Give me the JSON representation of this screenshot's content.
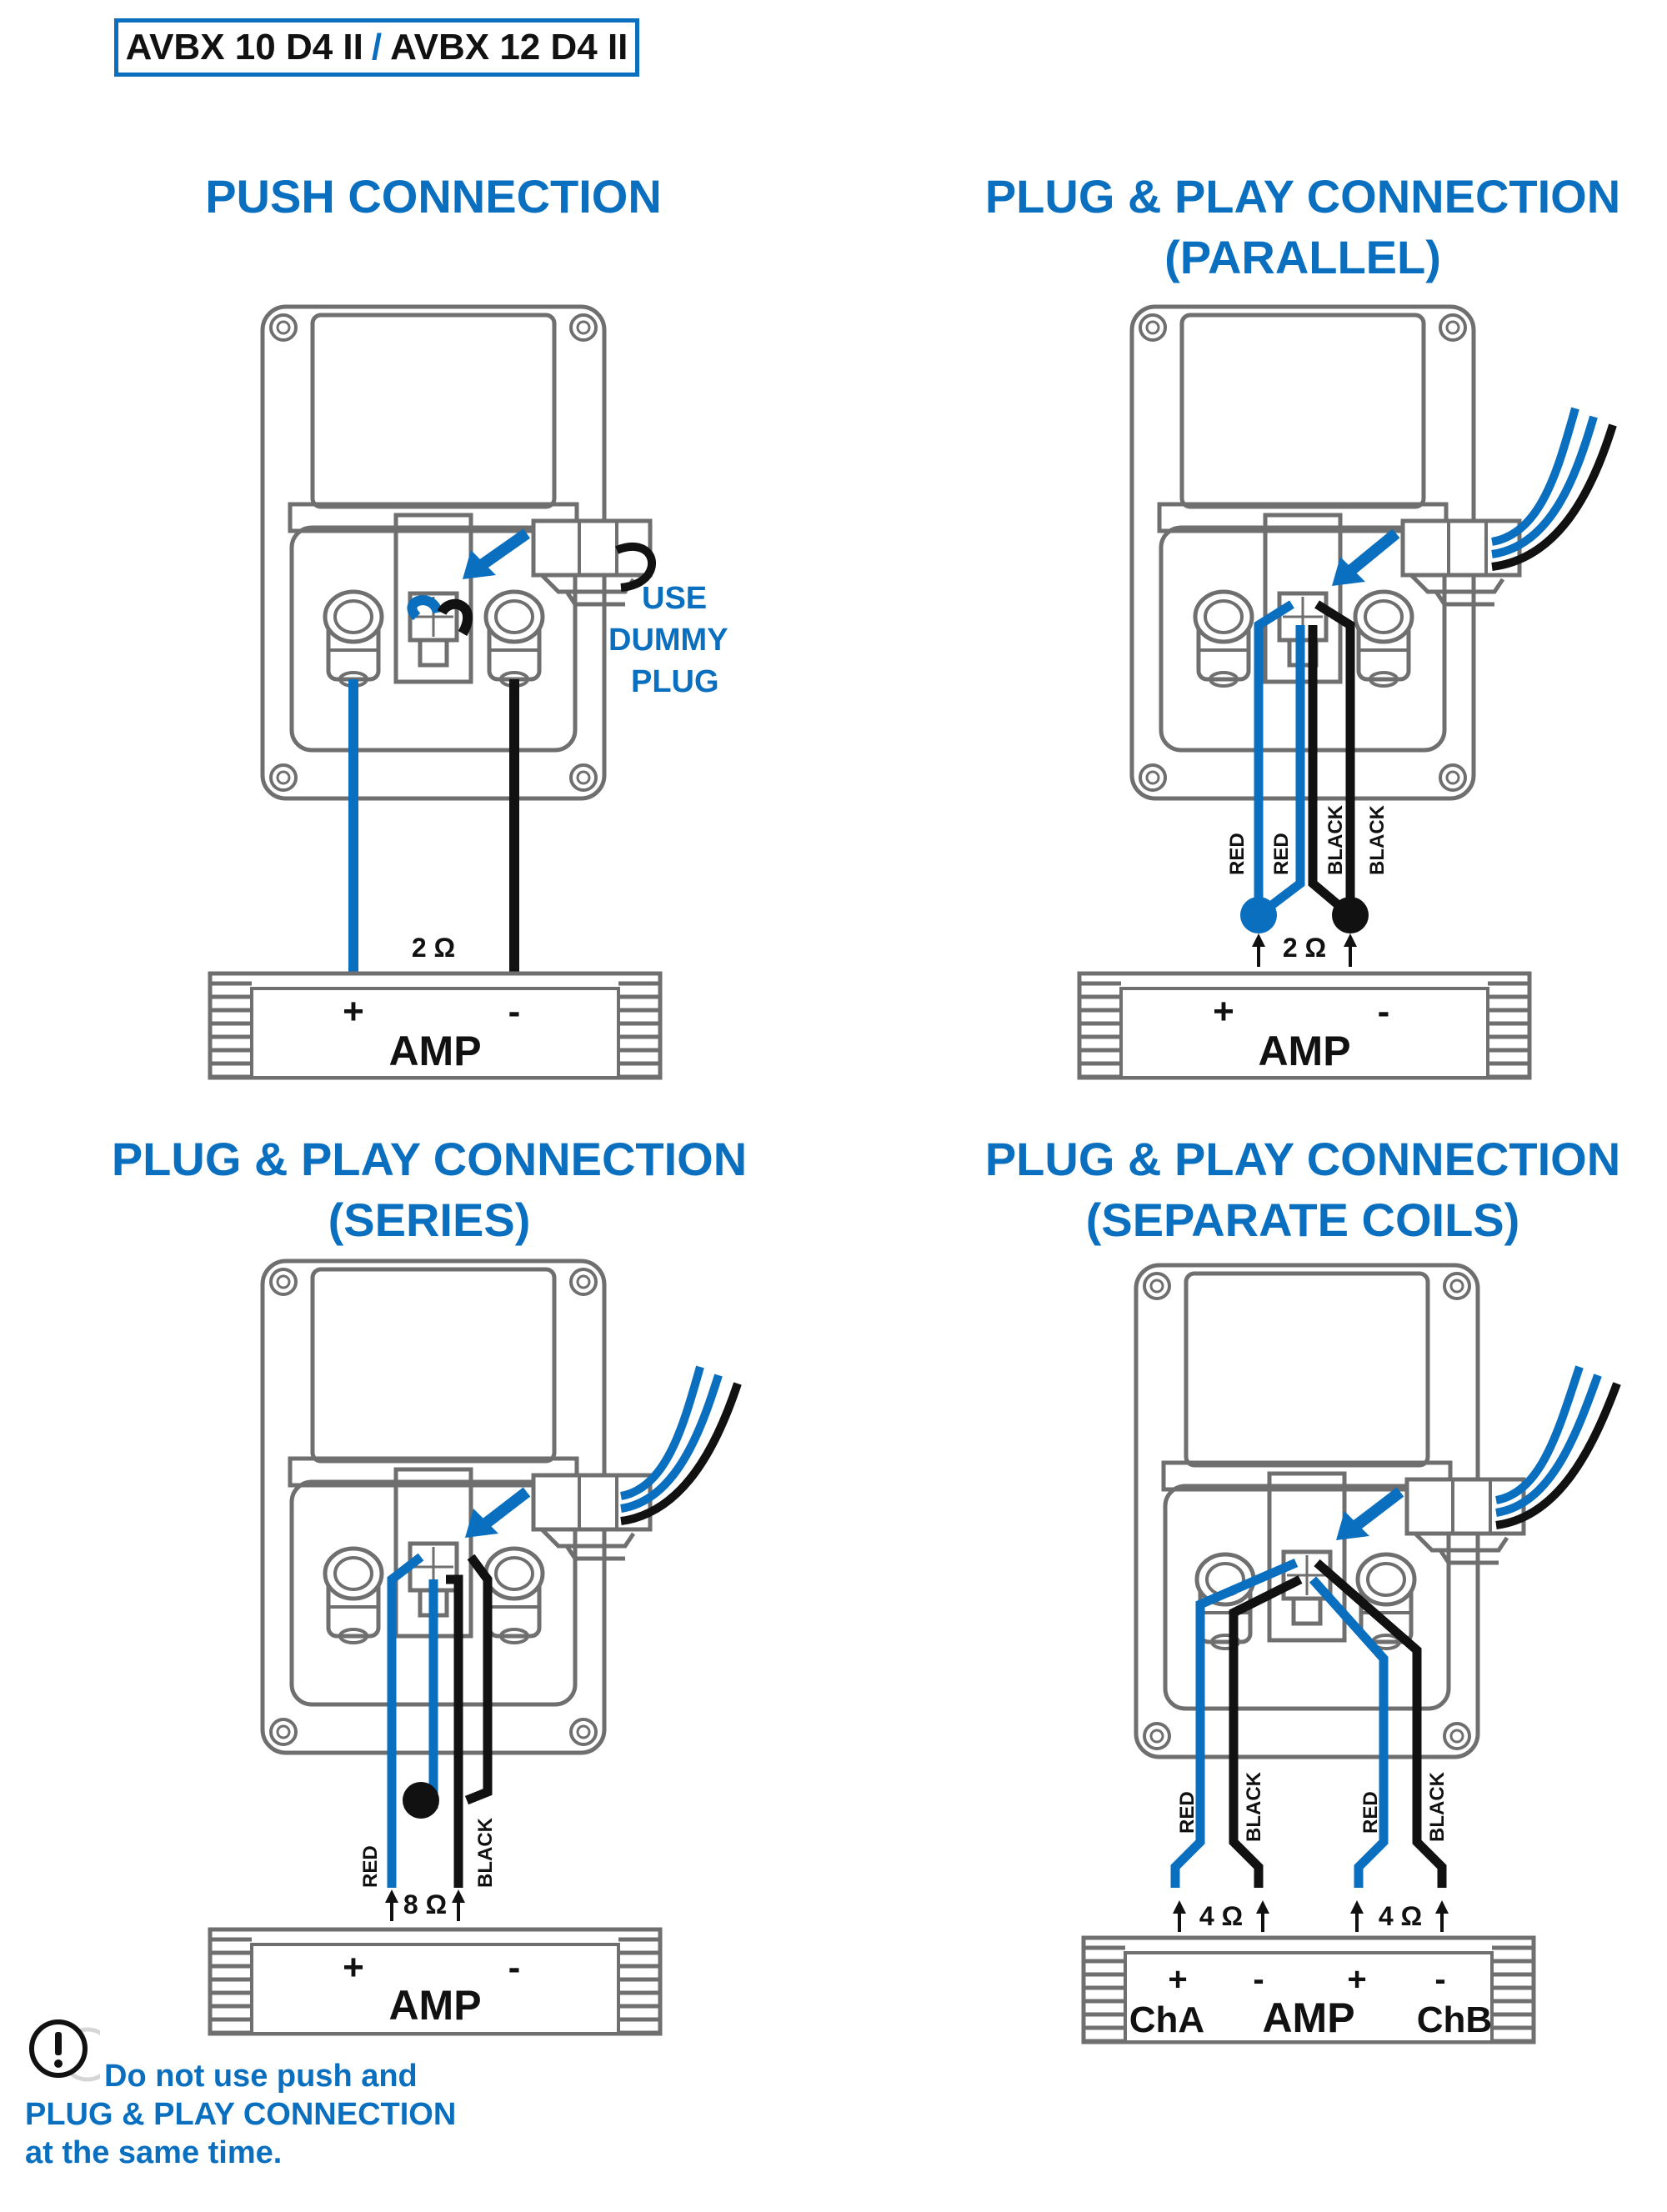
{
  "header": {
    "model_a": "AVBX 10 D4 II",
    "separator": "/",
    "model_b": "AVBX 12 D4 II"
  },
  "colors": {
    "accent_blue": "#0a6fbf",
    "wire_black": "#111111",
    "outline_gray": "#6f6f6f"
  },
  "panels": {
    "push": {
      "title": "PUSH CONNECTION",
      "note_line1": "USE",
      "note_line2": "DUMMY",
      "note_line3": "PLUG",
      "impedance": "2 Ω",
      "plus": "+",
      "minus": "-",
      "amp": "AMP"
    },
    "parallel": {
      "title_line1": "PLUG & PLAY CONNECTION",
      "title_line2": "(PARALLEL)",
      "wire1": "RED",
      "wire2": "RED",
      "wire3": "BLACK",
      "wire4": "BLACK",
      "impedance": "2 Ω",
      "plus": "+",
      "minus": "-",
      "amp": "AMP"
    },
    "series": {
      "title_line1": "PLUG & PLAY CONNECTION",
      "title_line2": "(SERIES)",
      "wire1": "RED",
      "wire2": "BLACK",
      "impedance": "8 Ω",
      "plus": "+",
      "minus": "-",
      "amp": "AMP"
    },
    "separate": {
      "title_line1": "PLUG & PLAY CONNECTION",
      "title_line2": "(SEPARATE COILS)",
      "wire1": "RED",
      "wire2": "BLACK",
      "wire3": "RED",
      "wire4": "BLACK",
      "impedance_a": "4 Ω",
      "impedance_b": "4 Ω",
      "plus_a": "+",
      "minus_a": "-",
      "plus_b": "+",
      "minus_b": "-",
      "channel_a": "ChA",
      "channel_b": "ChB",
      "amp": "AMP"
    }
  },
  "warning": {
    "icon": "exclamation-circle-icon",
    "line1": "Do not use push and",
    "line2": "PLUG & PLAY CONNECTION",
    "line3": "at the same time."
  }
}
